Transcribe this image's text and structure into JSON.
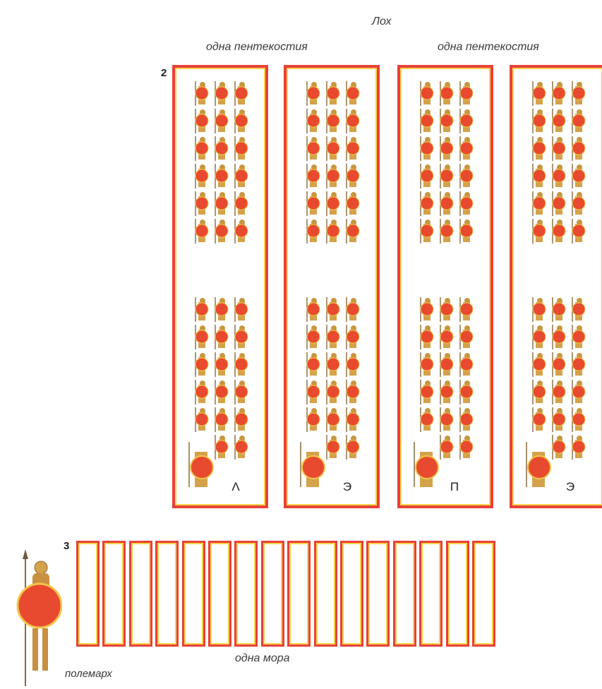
{
  "title": "Лох",
  "pentekostys_labels": [
    "одна пентекостия",
    "одна пентекостия"
  ],
  "figure2_number": "2",
  "figure3_number": "3",
  "enomotiai": [
    {
      "letter": "Λ",
      "files": 3
    },
    {
      "letter": "Э",
      "files": 3
    },
    {
      "letter": "П",
      "files": 3
    },
    {
      "letter": "Э",
      "files": 3
    }
  ],
  "mora_label": "одна мора",
  "mora_units": 16,
  "polemarch_label": "полемарх",
  "colors": {
    "frame": "#e8413a",
    "frame_inner": "#f6d44a",
    "shield": "#e84a2f",
    "text": "#3a3a3a"
  },
  "icons": [
    "hoplite-icon",
    "officer-icon",
    "polemarch-icon"
  ]
}
